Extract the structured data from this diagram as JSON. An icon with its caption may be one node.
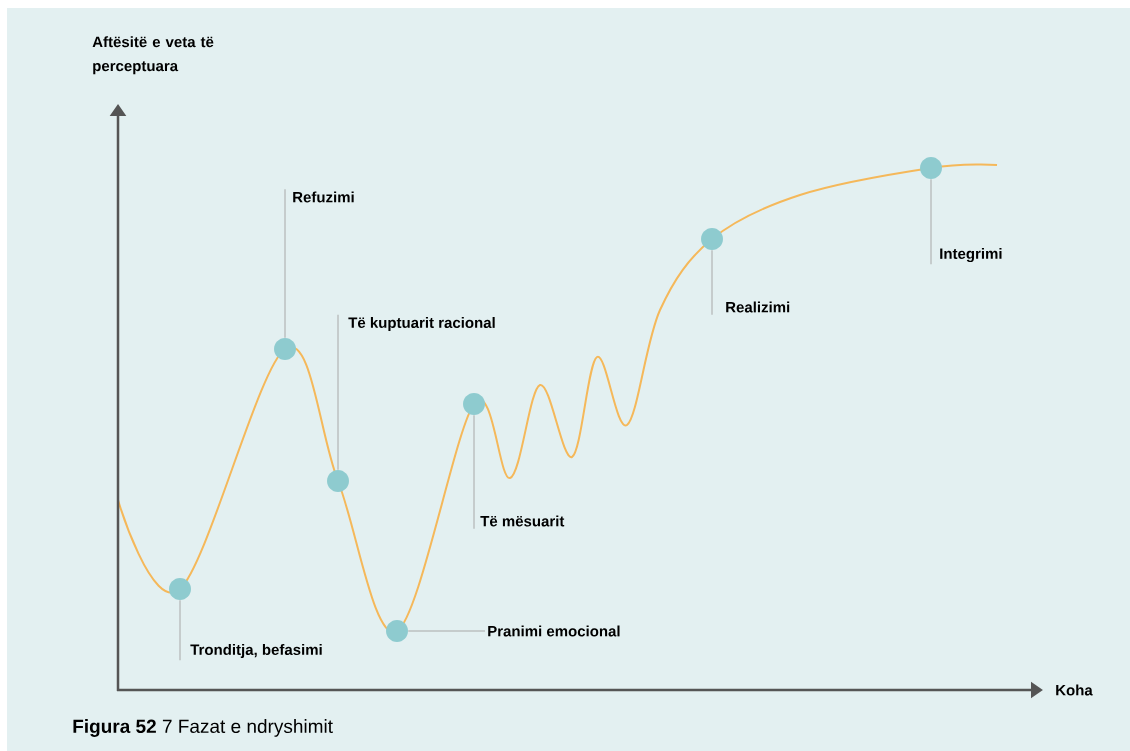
{
  "diagram": {
    "caption": "**Figura 52** 7 Fazat e ndryshimit",
    "nodes": [
      {
        "text": [
          "Tronditja, befasimi"
        ]
      },
      {
        "text": [
          "Refuzimi"
        ]
      },
      {
        "text": [
          "Të kuptuarit racional"
        ]
      },
      {
        "text": [
          "Pranimi emocional"
        ]
      },
      {
        "text": [
          "Të mësuarit"
        ]
      },
      {
        "text": [
          "Realizimi"
        ]
      },
      {
        "text": [
          "Integrimi"
        ]
      },
      {
        "text": [],
        "shape": "circle"
      },
      {
        "text": [],
        "shape": "circle"
      },
      {
        "text": [],
        "shape": "circle"
      },
      {
        "text": [],
        "shape": "circle"
      },
      {
        "text": [],
        "shape": "circle"
      },
      {
        "text": [],
        "shape": "circle"
      },
      {
        "text": [],
        "shape": "circle"
      }
    ],
    "edges": [
      {
        "from": 0,
        "to": 7,
        "arrow": "none"
      },
      {
        "from": 1,
        "to": 8,
        "arrow": "none"
      },
      {
        "from": 2,
        "to": 9,
        "arrow": "none"
      },
      {
        "from": 3,
        "to": 10,
        "arrow": "none"
      },
      {
        "from": 4,
        "to": 11,
        "arrow": "none"
      },
      {
        "from": 5,
        "to": 12,
        "arrow": "none"
      },
      {
        "from": 6,
        "to": 13,
        "arrow": "none"
      }
    ],
    "labels": [
      "Aftësitë e veta të perceptuara",
      "Koha"
    ]
  }
}
